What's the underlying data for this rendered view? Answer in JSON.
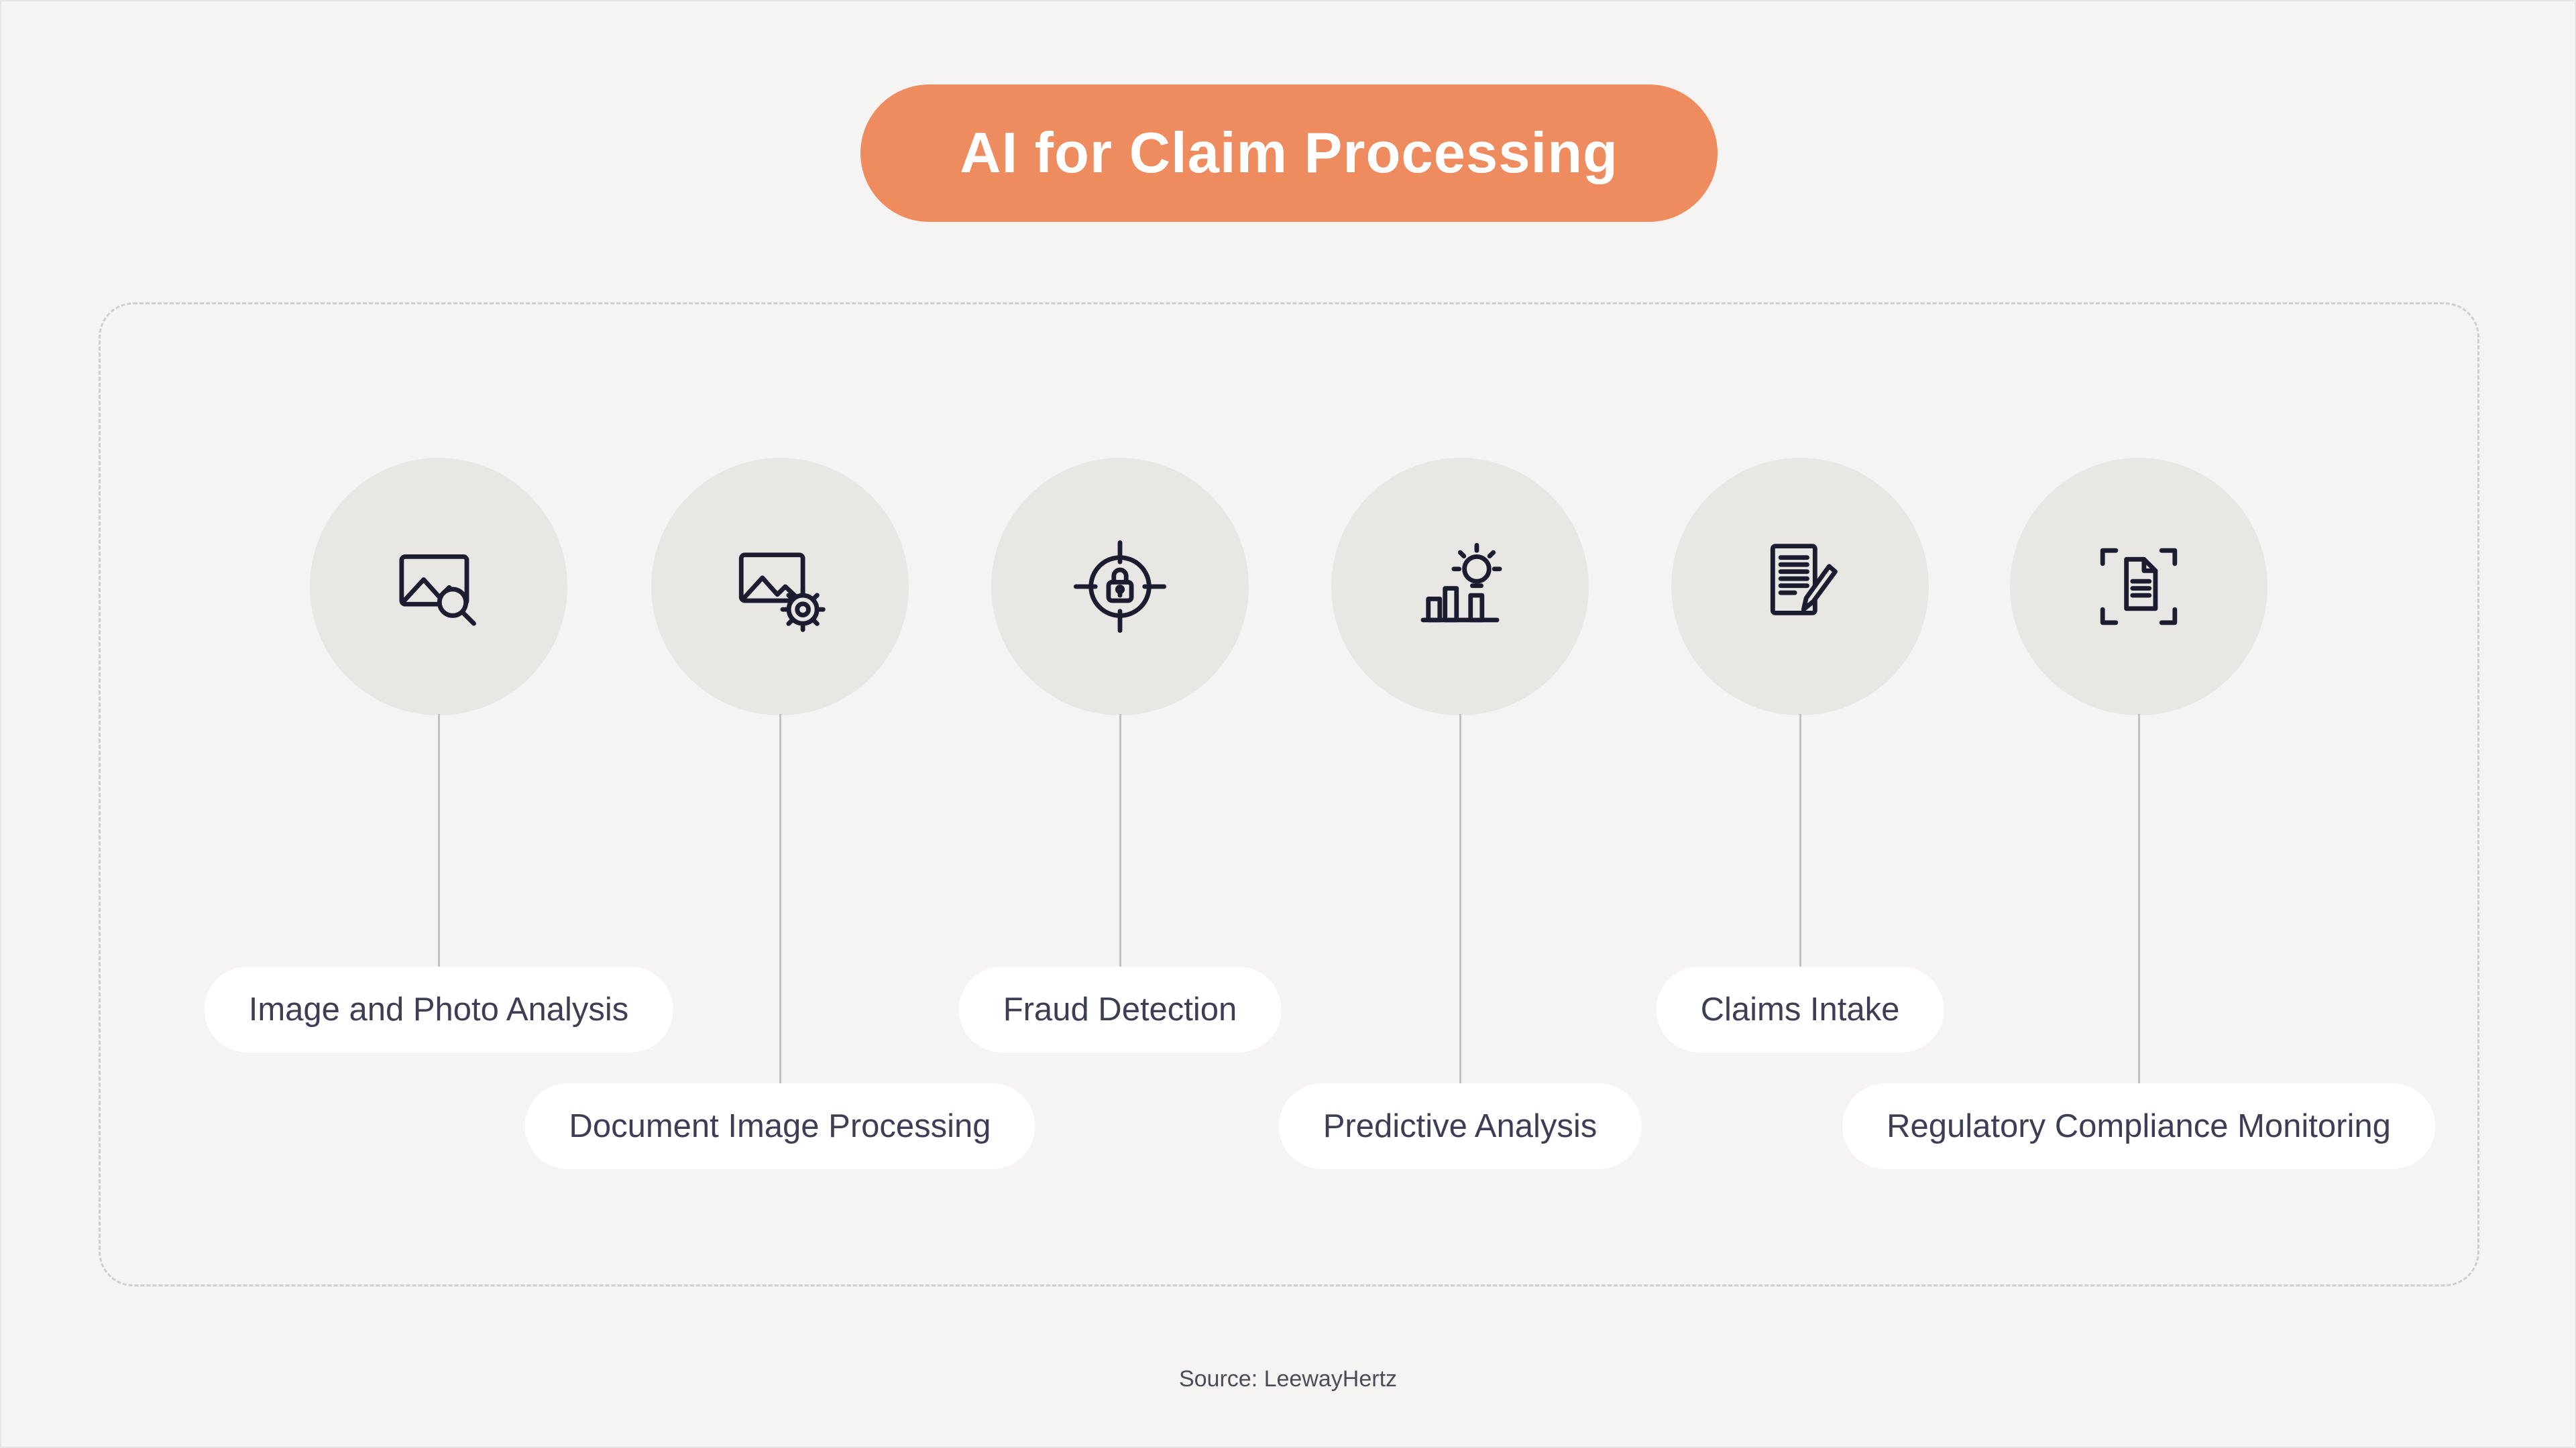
{
  "header": {
    "title": "AI for Claim Processing"
  },
  "items": [
    {
      "label": "Image and Photo Analysis",
      "icon": "image-search-icon",
      "row": "high"
    },
    {
      "label": "Document Image Processing",
      "icon": "image-gear-icon",
      "row": "low"
    },
    {
      "label": "Fraud Detection",
      "icon": "target-lock-icon",
      "row": "high"
    },
    {
      "label": "Predictive Analysis",
      "icon": "chart-bulb-icon",
      "row": "low"
    },
    {
      "label": "Claims Intake",
      "icon": "document-pencil-icon",
      "row": "high"
    },
    {
      "label": "Regulatory Compliance Monitoring",
      "icon": "document-scan-icon",
      "row": "low"
    }
  ],
  "footer": {
    "source": "Source: LeewayHertz"
  },
  "colors": {
    "accent": "#EE8B5F",
    "background": "#F5F4F2",
    "circle": "#E8E7E4",
    "text": "#3D3D55",
    "icon": "#1C1C30"
  }
}
